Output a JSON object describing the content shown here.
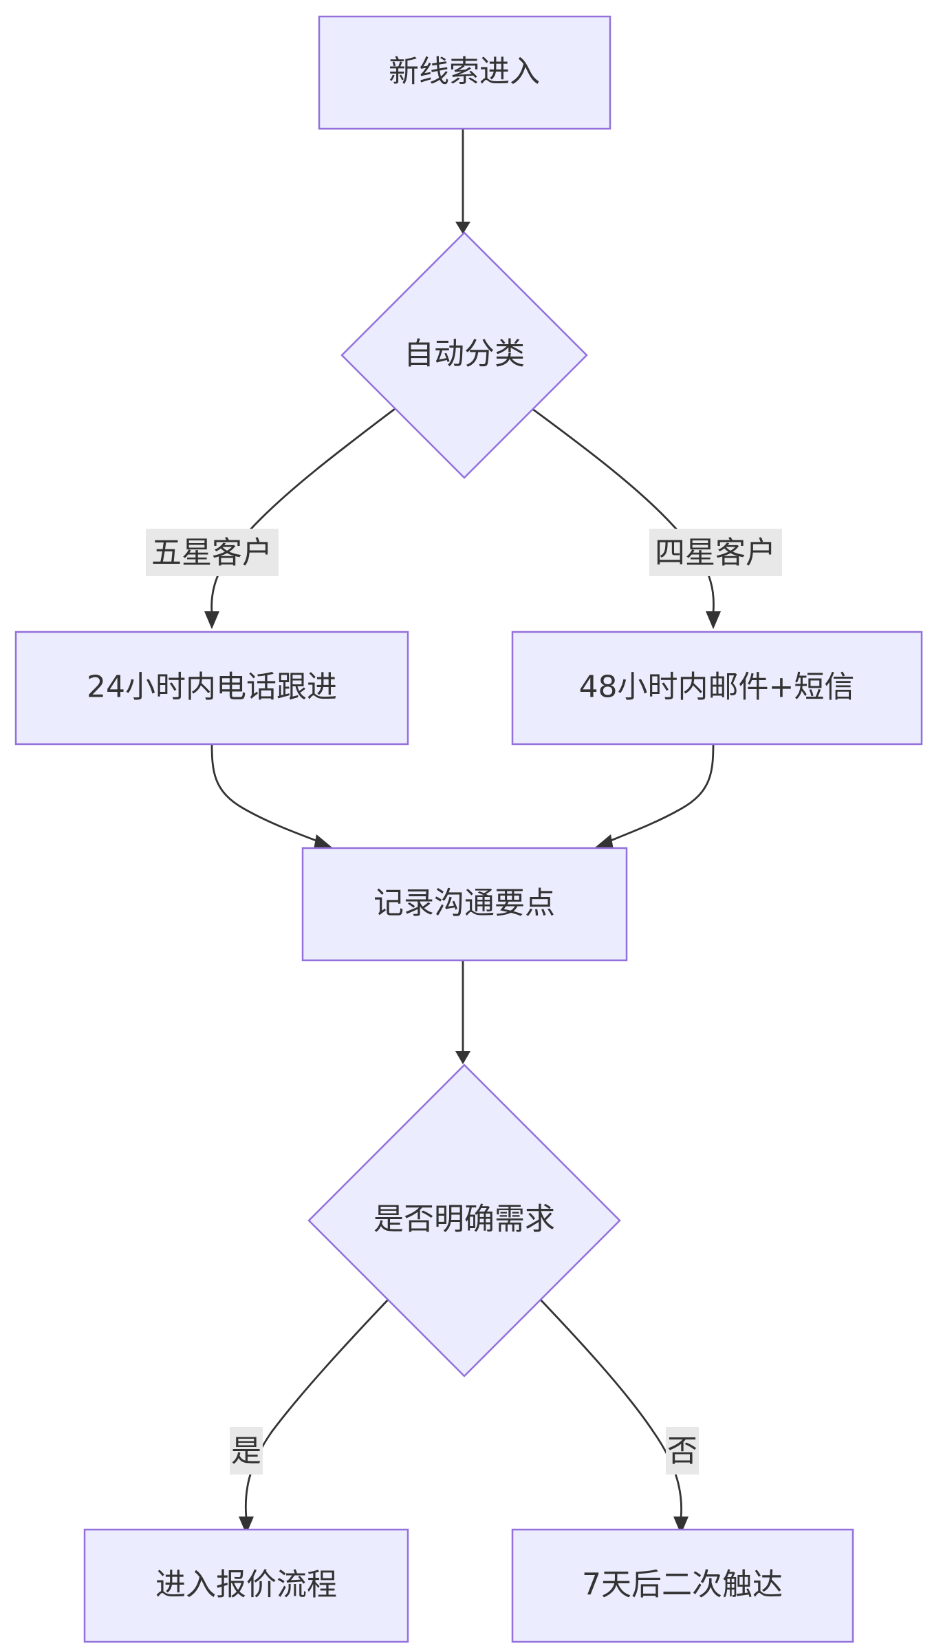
{
  "diagram": {
    "type": "flowchart",
    "direction": "top-down",
    "colors": {
      "node_fill": "#ECECFF",
      "node_stroke": "#9370DB",
      "edge": "#333333",
      "label_bg": "#E8E8E8",
      "text": "#333333"
    },
    "nodes": {
      "new_lead": "新线索进入",
      "auto_classify": "自动分类",
      "phone_followup": "24小时内电话跟进",
      "email_sms": "48小时内邮件+短信",
      "record_points": "记录沟通要点",
      "clear_need": "是否明确需求",
      "quote_process": "进入报价流程",
      "retouch": "7天后二次触达"
    },
    "edge_labels": {
      "five_star": "五星客户",
      "four_star": "四星客户",
      "yes": "是",
      "no": "否"
    },
    "edges": [
      {
        "from": "new_lead",
        "to": "auto_classify",
        "label": ""
      },
      {
        "from": "auto_classify",
        "to": "phone_followup",
        "label": "五星客户"
      },
      {
        "from": "auto_classify",
        "to": "email_sms",
        "label": "四星客户"
      },
      {
        "from": "phone_followup",
        "to": "record_points",
        "label": ""
      },
      {
        "from": "email_sms",
        "to": "record_points",
        "label": ""
      },
      {
        "from": "record_points",
        "to": "clear_need",
        "label": ""
      },
      {
        "from": "clear_need",
        "to": "quote_process",
        "label": "是"
      },
      {
        "from": "clear_need",
        "to": "retouch",
        "label": "否"
      }
    ]
  }
}
